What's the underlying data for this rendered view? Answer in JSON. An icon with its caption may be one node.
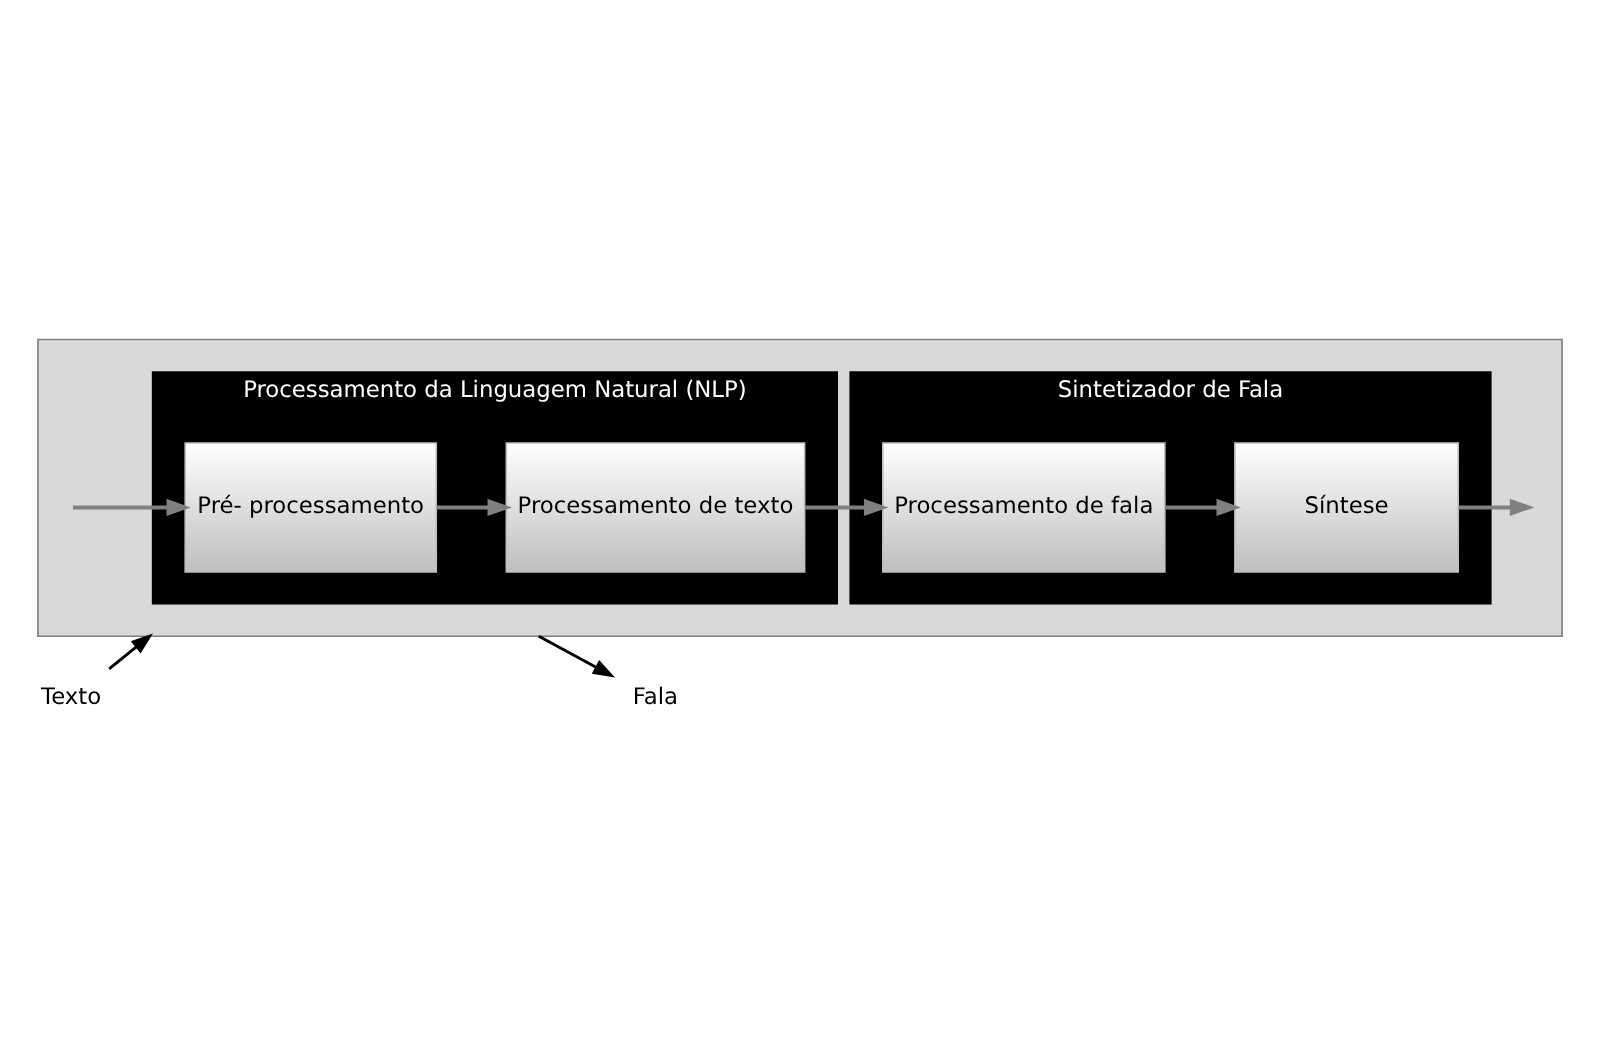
{
  "diagram": {
    "nodes": [
      {
        "text": [],
        "shape": "box"
      },
      {
        "text": [
          "Texto"
        ]
      },
      {
        "text": [
          "Processamento da Linguagem Natural (NLP)"
        ],
        "in": 0
      },
      {
        "text": [
          "Pré- processamento"
        ],
        "in": 2
      },
      {
        "text": [
          "Processamento de texto"
        ],
        "in": 2
      },
      {
        "text": [
          "Sintetizador de Fala"
        ],
        "in": 0
      },
      {
        "text": [
          "Processamento de fala"
        ],
        "in": 5
      },
      {
        "text": [
          "Síntese"
        ],
        "in": 5
      },
      {
        "text": [
          "Fala"
        ]
      }
    ],
    "edges": [
      {
        "from": 1,
        "to": 0,
        "arrow": "to",
        "color": "#000000"
      },
      {
        "from": null,
        "to": 3,
        "arrow": "to"
      },
      {
        "from": 3,
        "to": 4,
        "arrow": "to"
      },
      {
        "from": 4,
        "to": 6,
        "arrow": "to"
      },
      {
        "from": 6,
        "to": 7,
        "arrow": "to"
      },
      {
        "from": 7,
        "to": null,
        "arrow": "to"
      },
      {
        "from": 0,
        "to": 8,
        "arrow": "to",
        "color": "#000000"
      }
    ]
  }
}
